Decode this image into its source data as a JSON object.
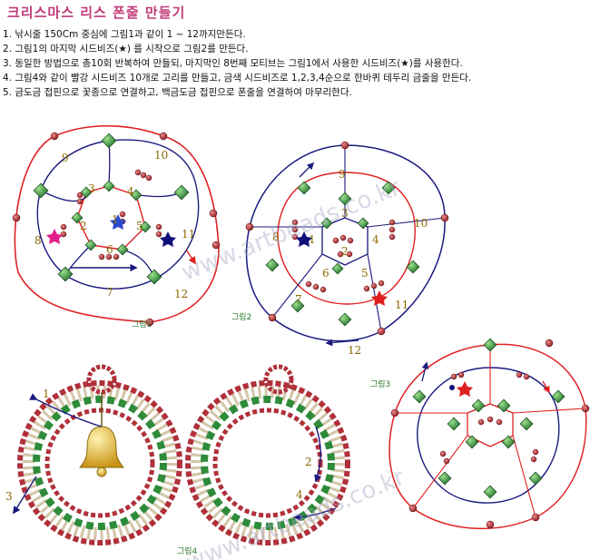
{
  "title": "크리스마스 리스 폰줄 만들기",
  "steps": [
    "1. 낚시줄 150Cm 중심에 그림1과 같이 1 ~ 12까지만든다.",
    "2. 그림1의 마지막 시드비즈(★) 를 시작으로 그림2를 만든다.",
    "3. 동일한 방법으로 총10회 반복하여 만들되, 마지막인 8번째 모티브는 그림1에서 사용한 시드비즈(★)를 사용한다.",
    "4. 그림4와 같이 빨강 시드비즈 10개로 고리를 만들고, 금색 시드비즈로 1,2,3,4순으로 한바퀴 테두리 금줄을 만든다.",
    "5. 금도금 접핀으로 꽃종으로 연결하고, 백금도금 접핀으로 폰줄을 연결하여 마무리한다."
  ],
  "figures": {
    "fig1": {
      "caption": "그림1",
      "labels": [
        "1",
        "2",
        "3",
        "4",
        "5",
        "6",
        "7",
        "8",
        "9",
        "10",
        "11",
        "12"
      ]
    },
    "fig2": {
      "caption": "그림2",
      "labels": [
        "1",
        "2",
        "3",
        "4",
        "5",
        "6",
        "7",
        "8",
        "9",
        "10",
        "11",
        "12"
      ]
    },
    "fig3": {
      "caption": "그림3"
    },
    "fig4": {
      "caption": "그림4",
      "labels": [
        "1",
        "3",
        "2",
        "4"
      ]
    }
  },
  "watermark": "www.artbeads.co.kr",
  "colors": {
    "red_line": "#e02020",
    "blue_line": "#1a1a80",
    "green_bead": "#2e8b3a",
    "red_bead": "#b0303a",
    "gold_bead": "#d8b040",
    "title": "#c03a7a"
  }
}
